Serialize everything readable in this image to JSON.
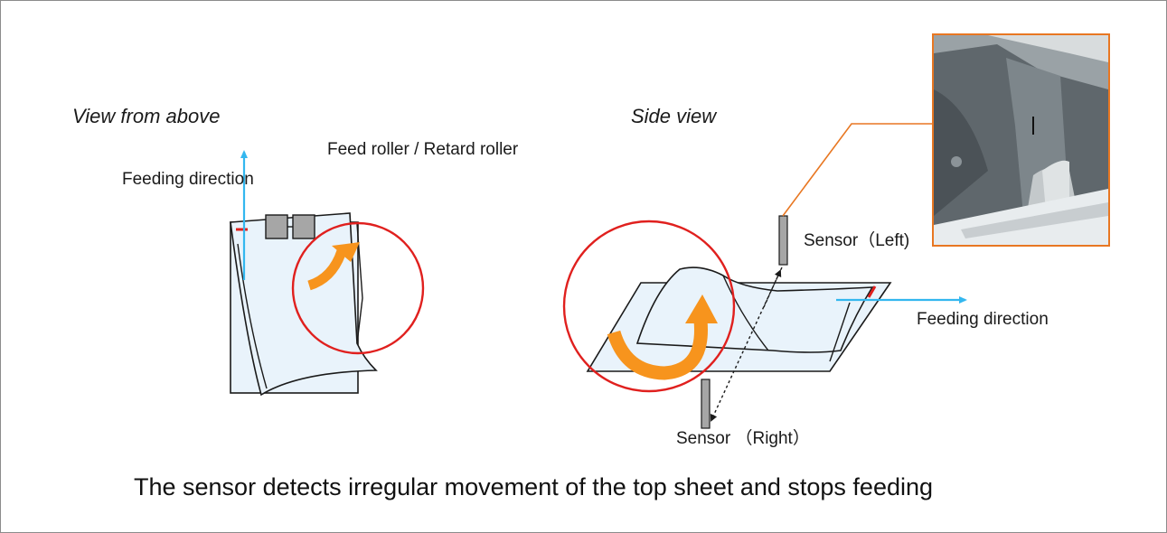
{
  "top_view": {
    "title": "View from above",
    "feeding_direction": "Feeding direction",
    "roller_label": "Feed roller / Retard roller"
  },
  "side_view": {
    "title": "Side view",
    "sensor_left": "Sensor（Left)",
    "sensor_right": "Sensor （Right）",
    "feeding_direction": "Feeding direction"
  },
  "caption": "The sensor detects irregular movement of the top sheet and stops feeding",
  "colors": {
    "highlight_circle": "#e0201e",
    "rotation_arrow": "#f7941d",
    "direction_arrow": "#33b7ef",
    "sheet_fill": "#e9f3fb",
    "sensor_fill": "#a6a6a6",
    "photo_border": "#e87722",
    "leader_line": "#e87722"
  },
  "icons": {
    "rotation_arrow": "curved-arrow-icon",
    "direction_arrow": "arrow-icon"
  }
}
